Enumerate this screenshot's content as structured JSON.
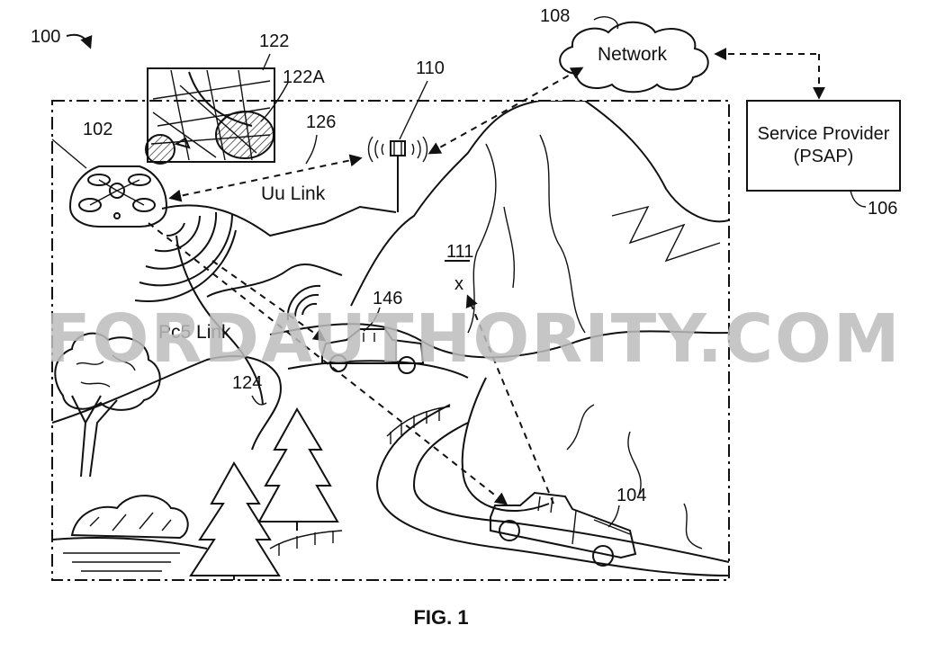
{
  "figure": {
    "caption": "FIG. 1",
    "watermark": "FORDAUTHORITY.COM"
  },
  "refs": {
    "system": "100",
    "drone": "102",
    "vehicle": "104",
    "service_provider": "106",
    "network": "108",
    "tower": "110",
    "location": "111",
    "map": "122",
    "map_region": "122A",
    "pc5_link": "124",
    "uu_link": "126",
    "truck": "146"
  },
  "labels": {
    "network": "Network",
    "service_provider_line1": "Service Provider",
    "service_provider_line2": "(PSAP)",
    "uu_link": "Uu Link",
    "pc5_link": "Pc5 Link",
    "location_mark": "x"
  }
}
